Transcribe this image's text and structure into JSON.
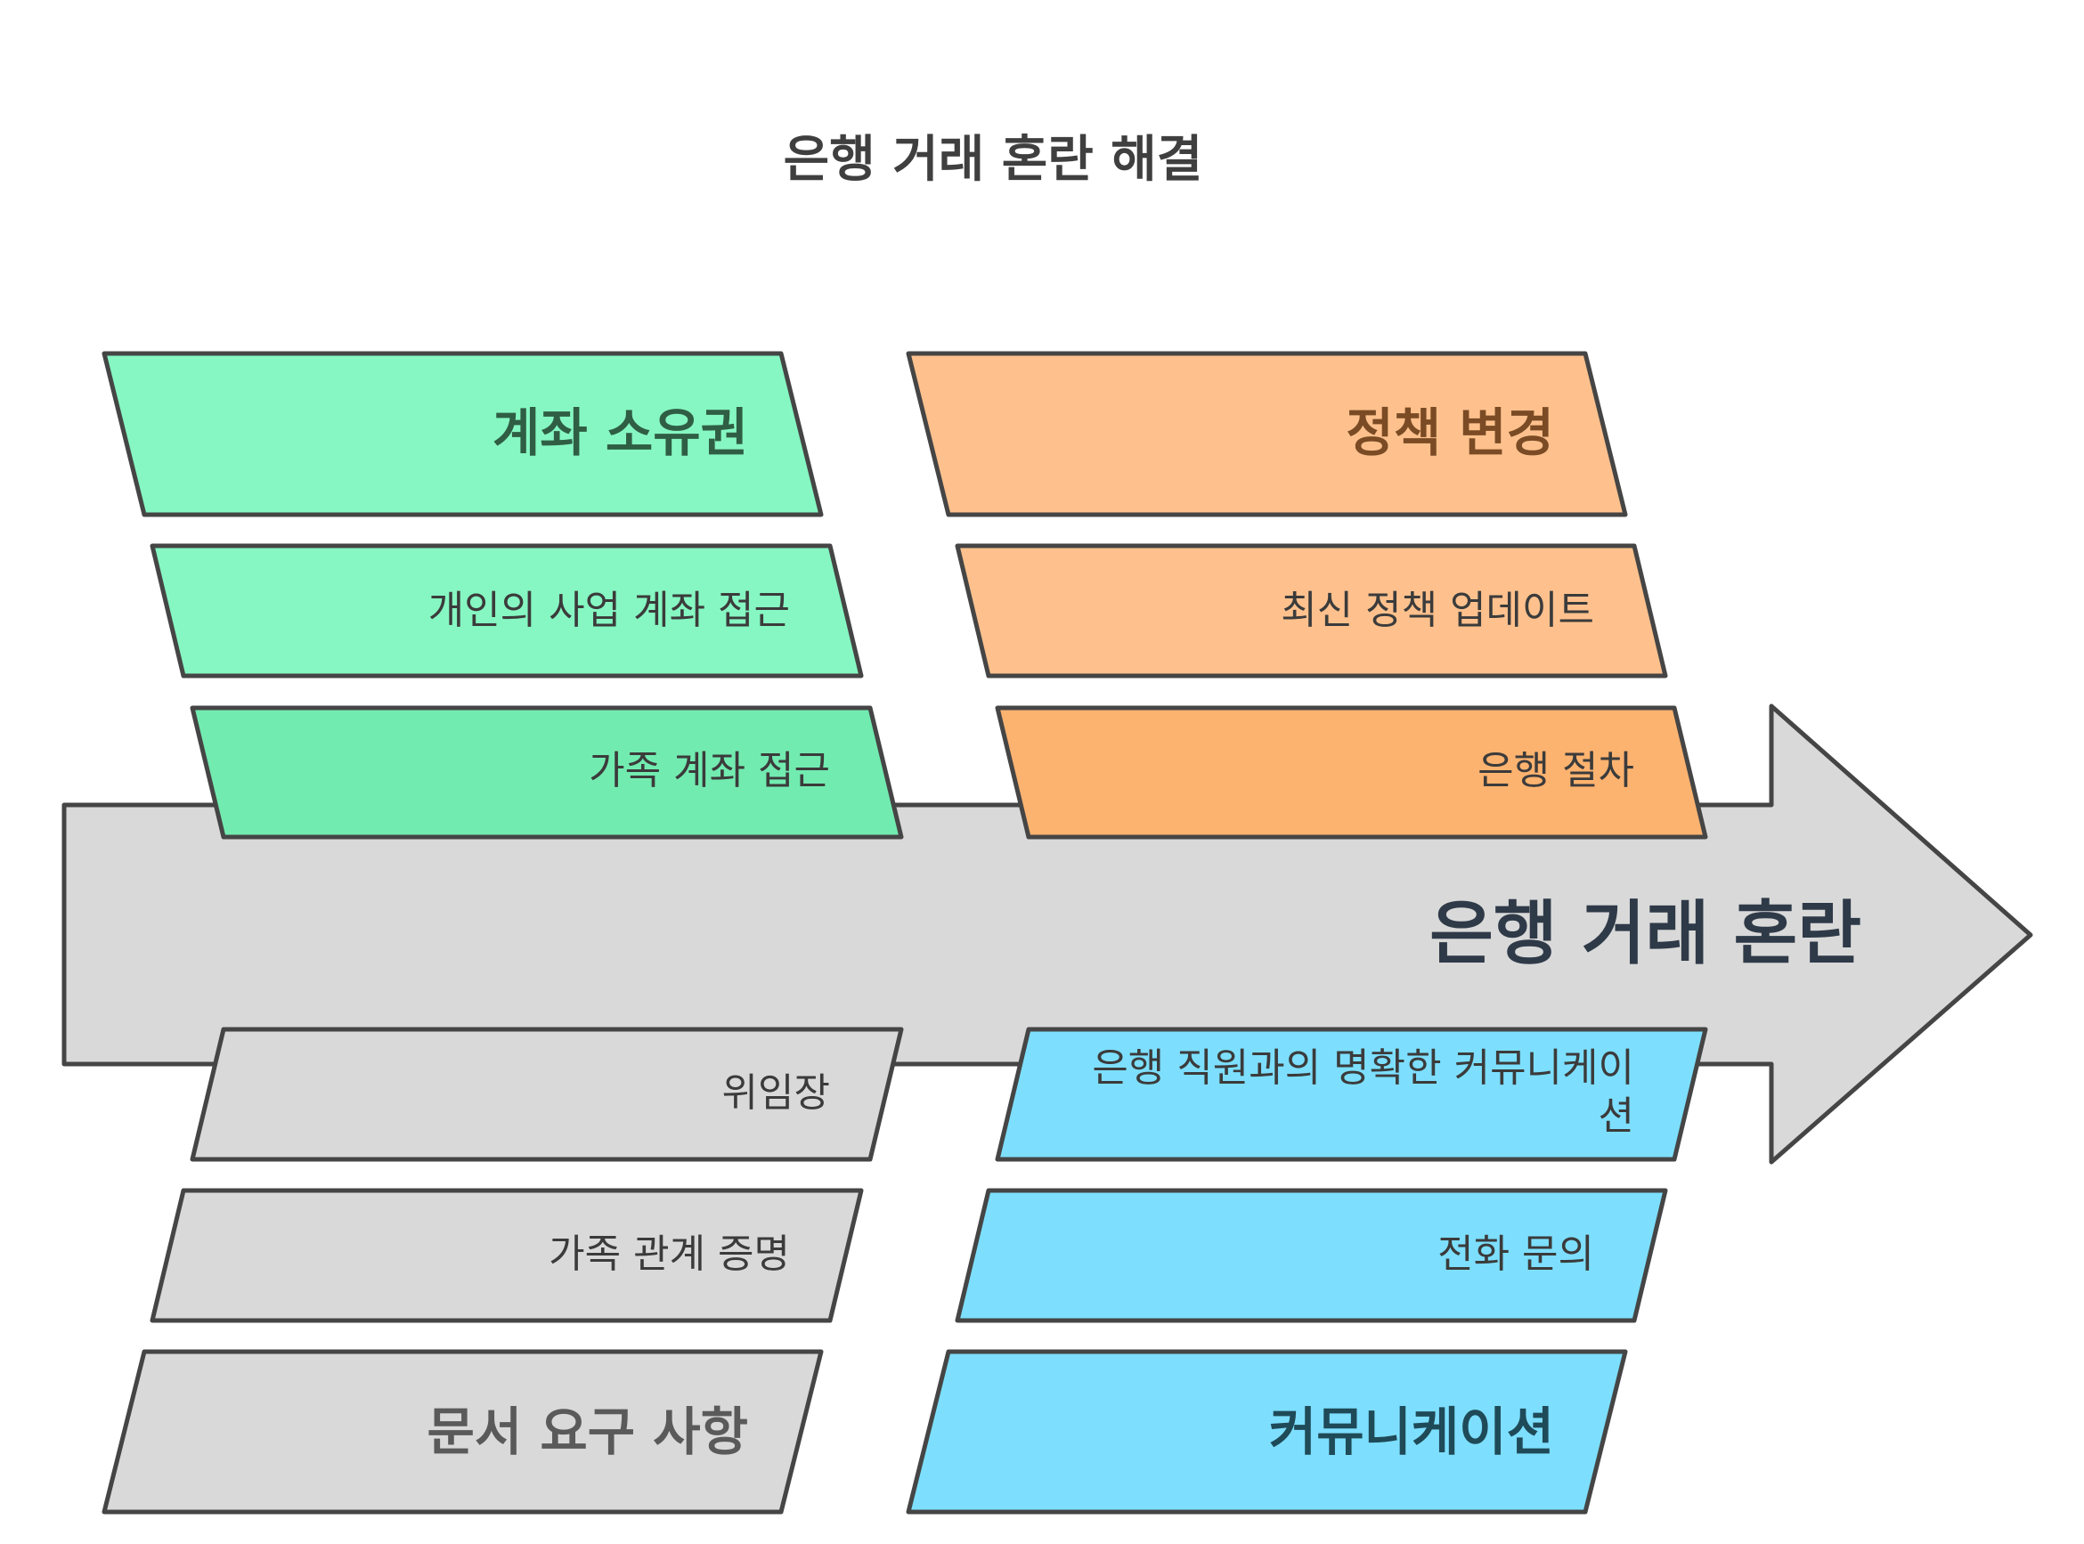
{
  "title": "은행 거래 혼란 해결",
  "spine": {
    "label": "은행 거래 혼란"
  },
  "colors": {
    "spine": "#d9d9d9",
    "stroke": "#454545",
    "green": "#86f7c2",
    "green_dark": "#72ebb0",
    "orange": "#fec18d",
    "orange_dark": "#fdb370",
    "gray": "#d9d9d9",
    "blue": "#7ddffd",
    "text_green": "#2f5e44",
    "text_orange": "#7a4b24",
    "text_gray": "#5a5a5a",
    "text_blue": "#1f4a58"
  },
  "categories": {
    "account": {
      "title": "계좌 소유권",
      "items": [
        "개인의 사업 계좌 접근",
        "가족 계좌 접근"
      ]
    },
    "policy": {
      "title": "정책 변경",
      "items": [
        "최신 정책 업데이트",
        "은행 절차"
      ]
    },
    "documents": {
      "title": "문서 요구 사항",
      "items": [
        "위임장",
        "가족 관계 증명"
      ]
    },
    "communication": {
      "title": "커뮤니케이션",
      "items": [
        "은행 직원과의 명확한 커뮤니케이",
        "션",
        "전화 문의"
      ]
    }
  }
}
